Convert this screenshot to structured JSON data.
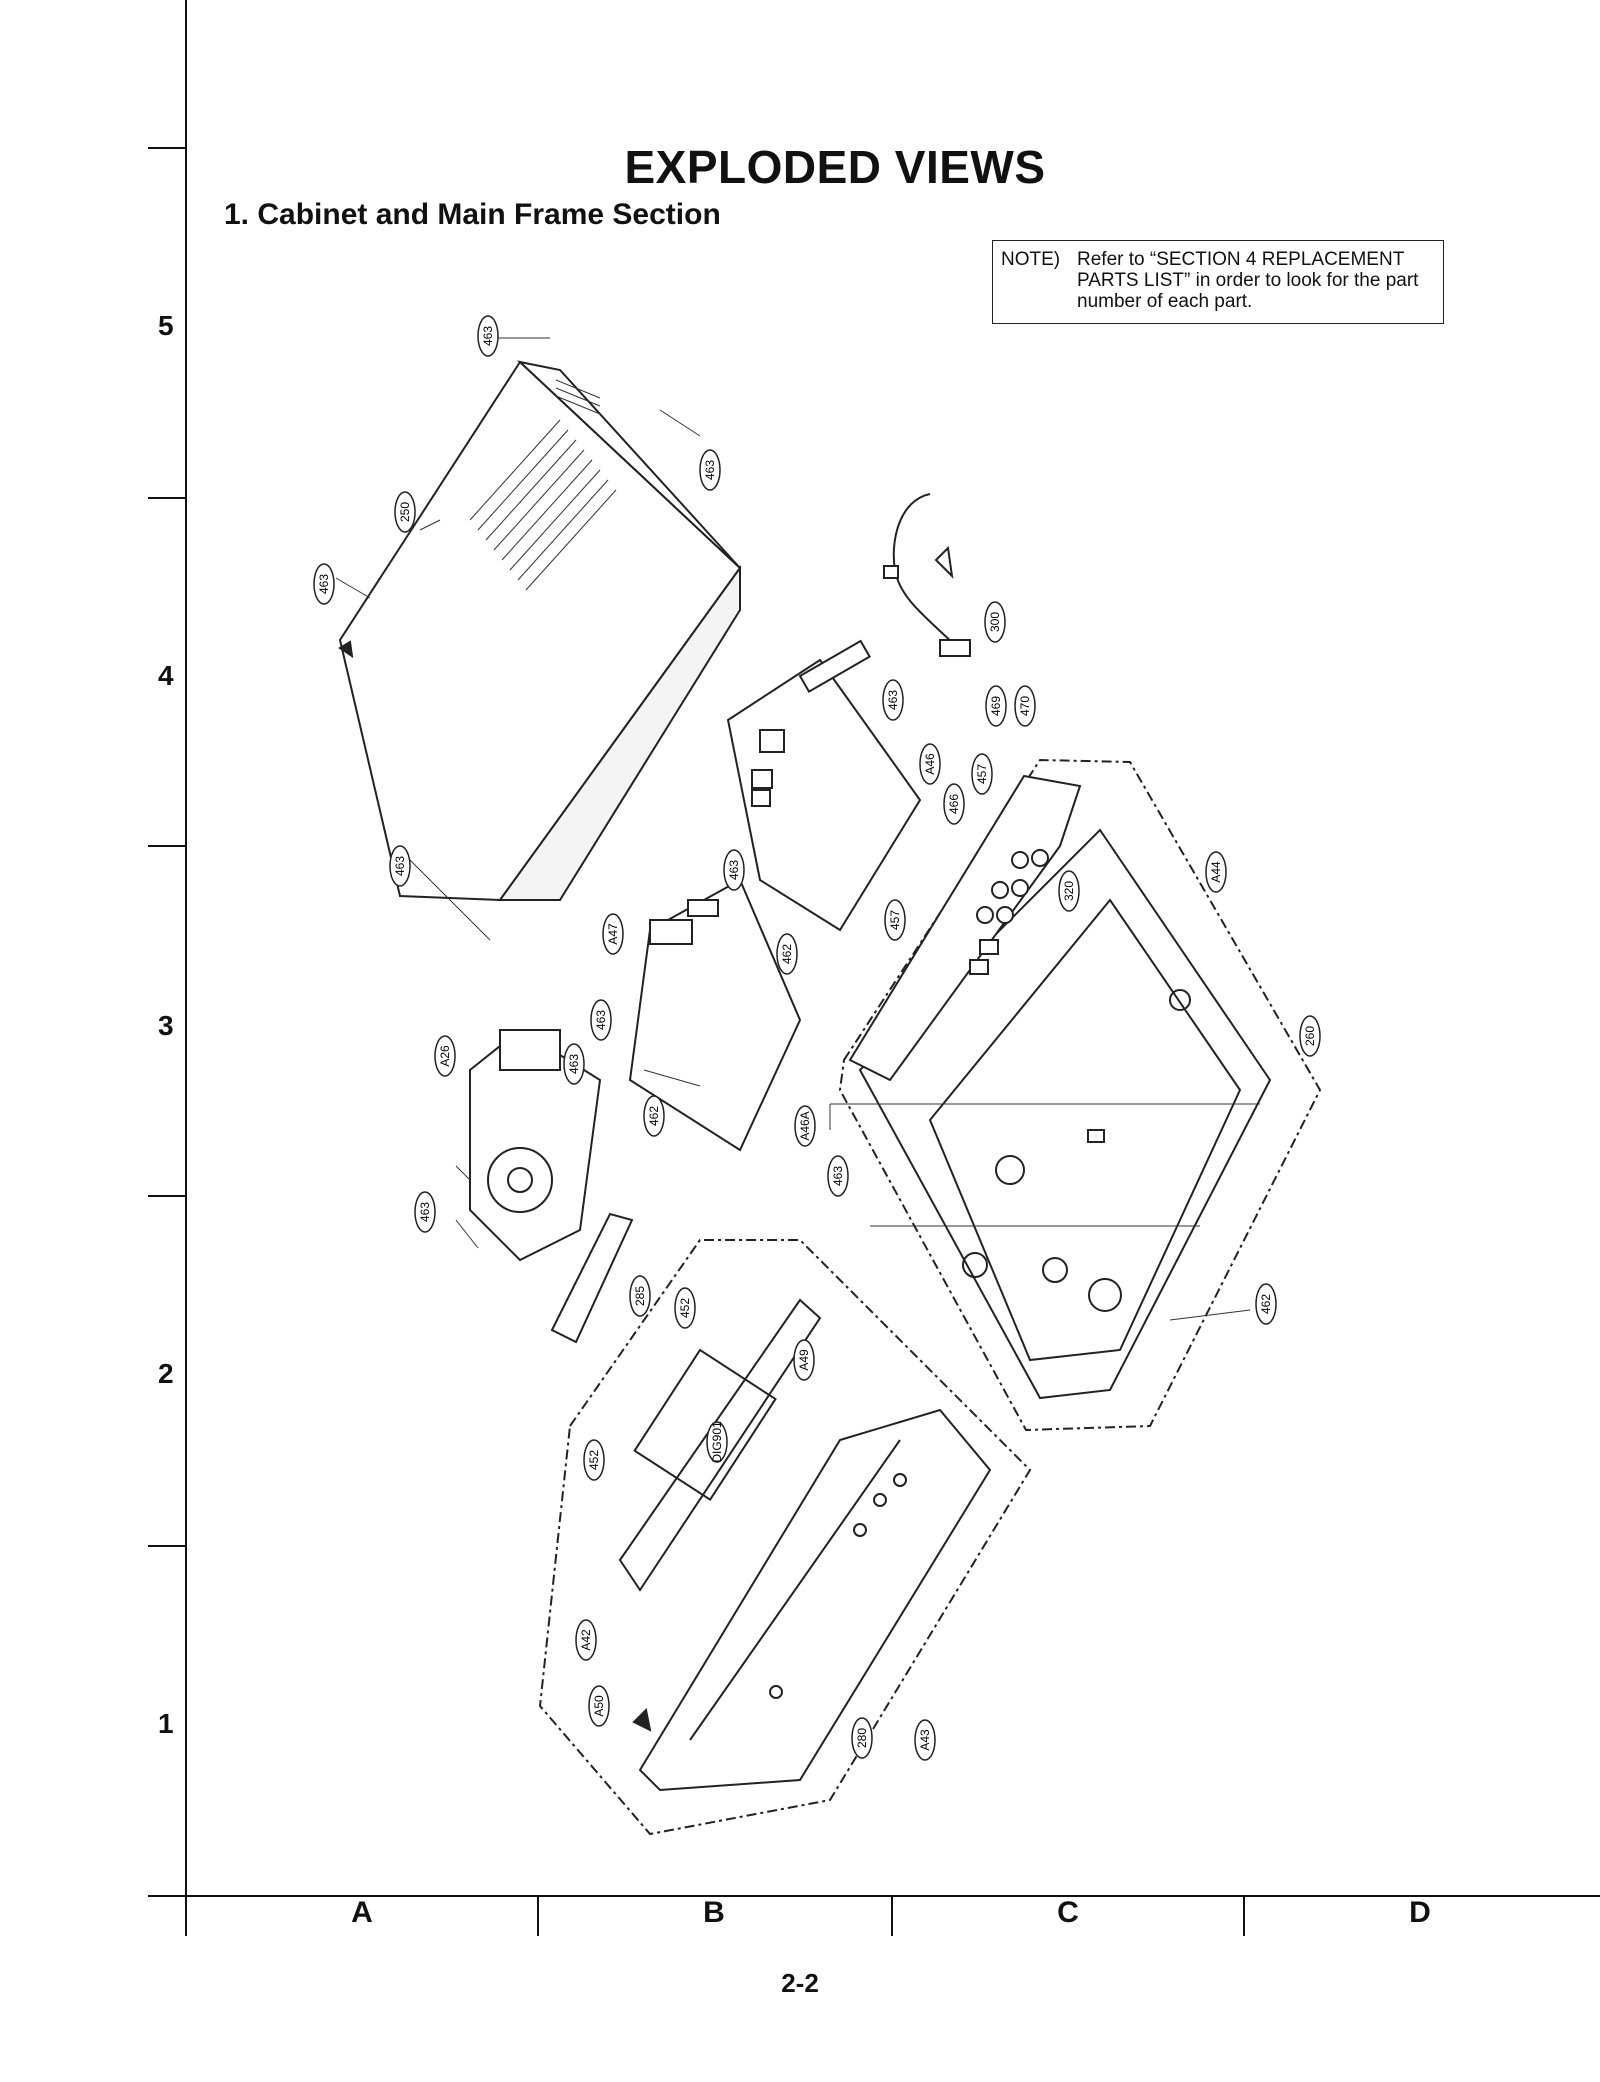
{
  "page": {
    "title": "EXPLODED VIEWS",
    "subtitle": "1. Cabinet and Main Frame Section",
    "note_label": "NOTE)",
    "note_text": "Refer to “SECTION 4 REPLACEMENT PARTS LIST” in order to look for the part number of each part.",
    "page_number": "2-2"
  },
  "grid": {
    "rows": [
      "5",
      "4",
      "3",
      "2",
      "1"
    ],
    "columns": [
      "A",
      "B",
      "C",
      "D"
    ]
  },
  "callouts": [
    {
      "id": "c1",
      "label": "463"
    },
    {
      "id": "c2",
      "label": "463"
    },
    {
      "id": "c3",
      "label": "250"
    },
    {
      "id": "c4",
      "label": "463"
    },
    {
      "id": "c5",
      "label": "463"
    },
    {
      "id": "c6",
      "label": "300"
    },
    {
      "id": "c7",
      "label": "463"
    },
    {
      "id": "c8",
      "label": "469"
    },
    {
      "id": "c9",
      "label": "470"
    },
    {
      "id": "c10",
      "label": "A46"
    },
    {
      "id": "c11",
      "label": "457"
    },
    {
      "id": "c12",
      "label": "466"
    },
    {
      "id": "c13",
      "label": "463"
    },
    {
      "id": "c14",
      "label": "A47"
    },
    {
      "id": "c15",
      "label": "462"
    },
    {
      "id": "c16",
      "label": "457"
    },
    {
      "id": "c17",
      "label": "320"
    },
    {
      "id": "c18",
      "label": "A44"
    },
    {
      "id": "c19",
      "label": "463"
    },
    {
      "id": "c20",
      "label": "A26"
    },
    {
      "id": "c21",
      "label": "463"
    },
    {
      "id": "c22",
      "label": "462"
    },
    {
      "id": "c23",
      "label": "A46A"
    },
    {
      "id": "c24",
      "label": "463"
    },
    {
      "id": "c25",
      "label": "260"
    },
    {
      "id": "c26",
      "label": "463"
    },
    {
      "id": "c27",
      "label": "285"
    },
    {
      "id": "c28",
      "label": "452"
    },
    {
      "id": "c29",
      "label": "A49"
    },
    {
      "id": "c30",
      "label": "462"
    },
    {
      "id": "c31",
      "label": "DIG901"
    },
    {
      "id": "c32",
      "label": "452"
    },
    {
      "id": "c33",
      "label": "A42"
    },
    {
      "id": "c34",
      "label": "A50"
    },
    {
      "id": "c35",
      "label": "280"
    },
    {
      "id": "c36",
      "label": "A43"
    }
  ]
}
